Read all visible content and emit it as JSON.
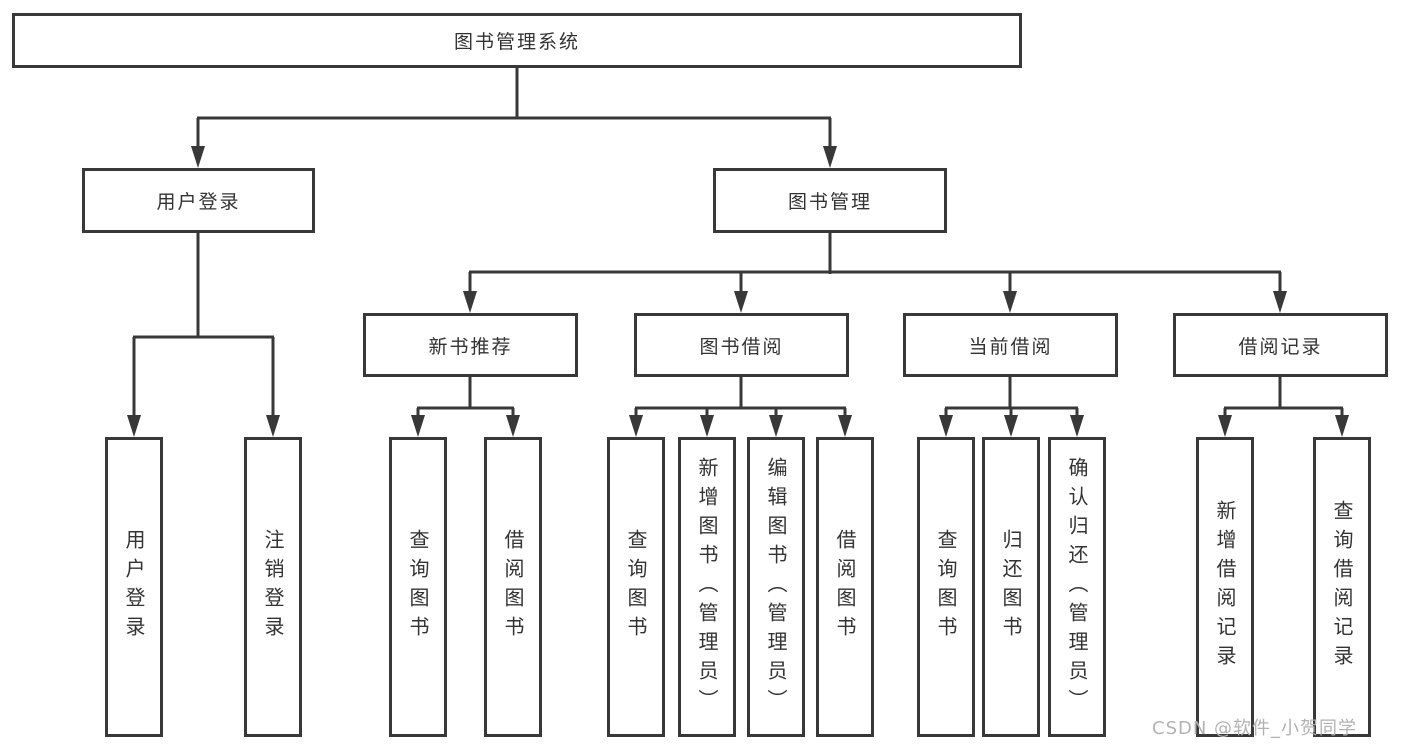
{
  "diagram": {
    "root": {
      "label": "图书管理系统"
    },
    "branches": [
      {
        "label": "用户登录",
        "children": [
          "用户登录",
          "注销登录"
        ]
      },
      {
        "label": "图书管理",
        "sections": [
          {
            "label": "新书推荐",
            "children": [
              "查询图书",
              "借阅图书"
            ]
          },
          {
            "label": "图书借阅",
            "children": [
              "查询图书",
              "新增图书（管理员）",
              "编辑图书（管理员）",
              "借阅图书"
            ]
          },
          {
            "label": "当前借阅",
            "children": [
              "查询图书",
              "归还图书",
              "确认归还（管理员）"
            ]
          },
          {
            "label": "借阅记录",
            "children": [
              "新增借阅记录",
              "查询借阅记录"
            ]
          }
        ]
      }
    ]
  },
  "watermark": "CSDN @软件_小贺同学",
  "colors": {
    "line": "#383838",
    "text": "#333333",
    "watermark": "#b2b2b2",
    "background": "#ffffff"
  }
}
